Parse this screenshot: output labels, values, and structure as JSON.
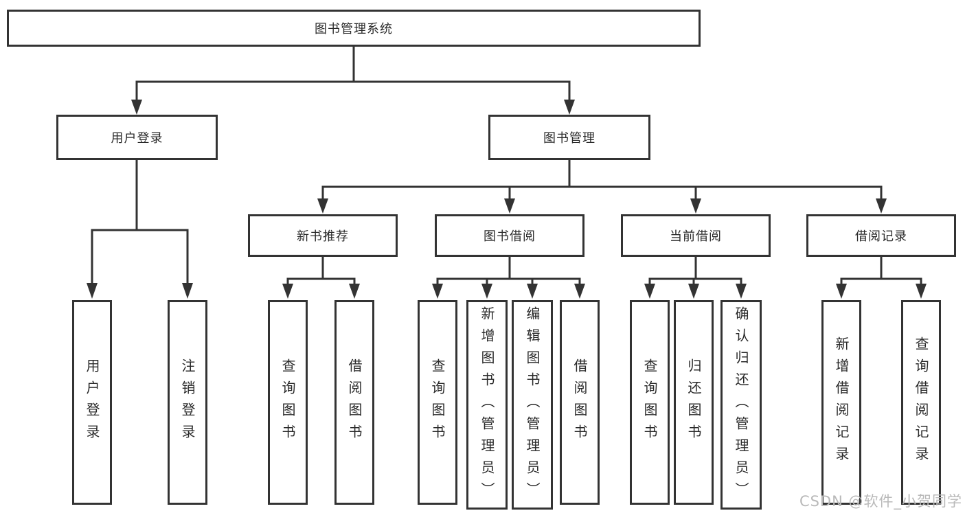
{
  "colors": {
    "line": "#333333",
    "node_border": "#333333",
    "node_text": "#2a2a2a",
    "background": "#ffffff",
    "watermark": "#b9b9b9"
  },
  "diagram": {
    "type": "tree-diagram",
    "root": "图书管理系统",
    "branches": [
      {
        "label": "用户登录",
        "children": [
          "用户登录",
          "注销登录"
        ]
      },
      {
        "label": "图书管理",
        "children": [
          {
            "label": "新书推荐",
            "children": [
              "查询图书",
              "借阅图书"
            ]
          },
          {
            "label": "图书借阅",
            "children": [
              "查询图书",
              "新增图书（管理员）",
              "编辑图书（管理员）",
              "借阅图书"
            ]
          },
          {
            "label": "当前借阅",
            "children": [
              "查询图书",
              "归还图书",
              "确认归还（管理员）"
            ]
          },
          {
            "label": "借阅记录",
            "children": [
              "新增借阅记录",
              "查询借阅记录"
            ]
          }
        ]
      }
    ]
  },
  "watermark": {
    "text": "CSDN @软件_小贺同学"
  }
}
